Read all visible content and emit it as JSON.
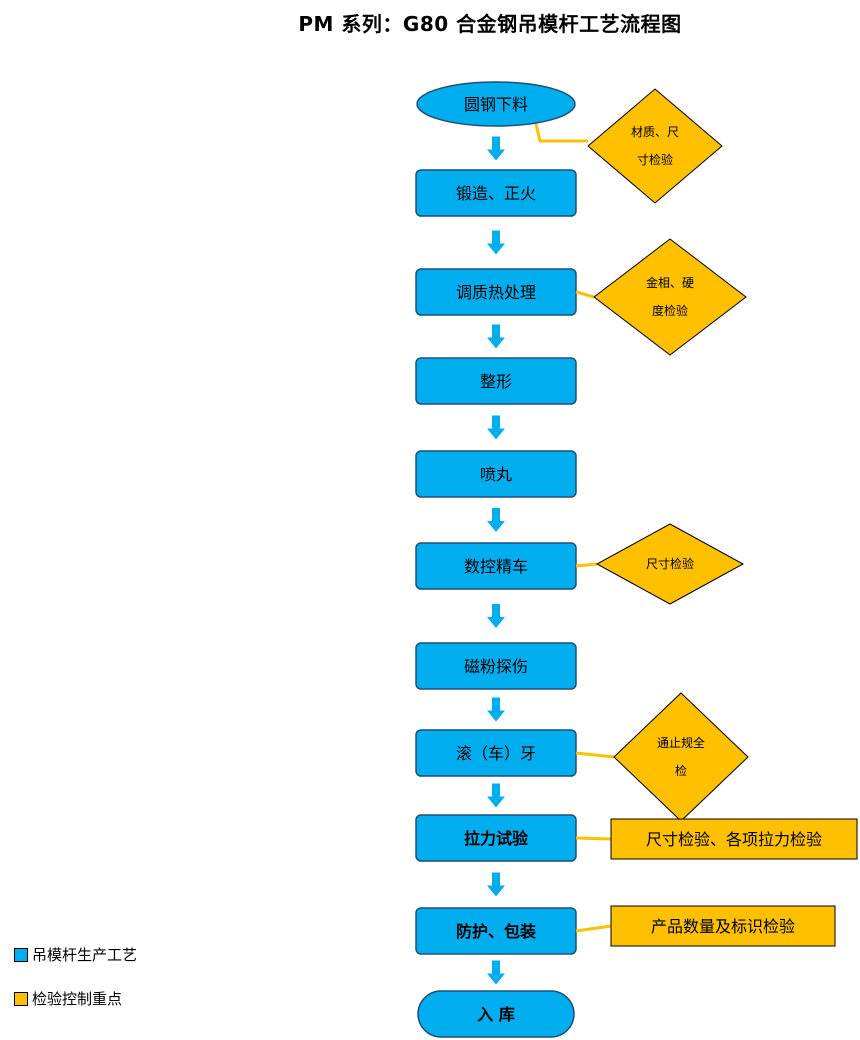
{
  "title": "PM 系列：G80 合金钢吊模杆工艺流程图",
  "colors": {
    "process": "#00AEEF",
    "inspection": "#FFC000",
    "connector": "#FFC000",
    "arrow": "#00AEEF"
  },
  "steps": [
    {
      "label": "圆钢下料",
      "shape": "ellipse",
      "bold": false
    },
    {
      "label": "锻造、正火",
      "shape": "rect",
      "bold": false
    },
    {
      "label": "调质热处理",
      "shape": "rect",
      "bold": false
    },
    {
      "label": "整形",
      "shape": "rect",
      "bold": false
    },
    {
      "label": "喷丸",
      "shape": "rect",
      "bold": false
    },
    {
      "label": "数控精车",
      "shape": "rect",
      "bold": false
    },
    {
      "label": "磁粉探伤",
      "shape": "rect",
      "bold": false
    },
    {
      "label": "滚（车）牙",
      "shape": "rect",
      "bold": false
    },
    {
      "label": "拉力试验",
      "shape": "rect",
      "bold": true
    },
    {
      "label": "防护、包装",
      "shape": "rect",
      "bold": true
    },
    {
      "label": "入 库",
      "shape": "terminal",
      "bold": true
    }
  ],
  "inspections": [
    {
      "step": 0,
      "shape": "diamond",
      "lines": [
        "材质、尺",
        "寸检验"
      ]
    },
    {
      "step": 2,
      "shape": "diamond",
      "lines": [
        "金相、硬",
        "度检验"
      ]
    },
    {
      "step": 5,
      "shape": "diamond",
      "lines": [
        "尺寸检验"
      ]
    },
    {
      "step": 7,
      "shape": "diamond",
      "lines": [
        "通止规全",
        "检"
      ]
    },
    {
      "step": 8,
      "shape": "rect",
      "lines": [
        "尺寸检验、各项拉力检验"
      ]
    },
    {
      "step": 9,
      "shape": "rect",
      "lines": [
        "产品数量及标识检验"
      ]
    }
  ],
  "legend": [
    {
      "label": "吊模杆生产工艺",
      "color": "#00AEEF"
    },
    {
      "label": "检验控制重点",
      "color": "#FFC000"
    }
  ]
}
